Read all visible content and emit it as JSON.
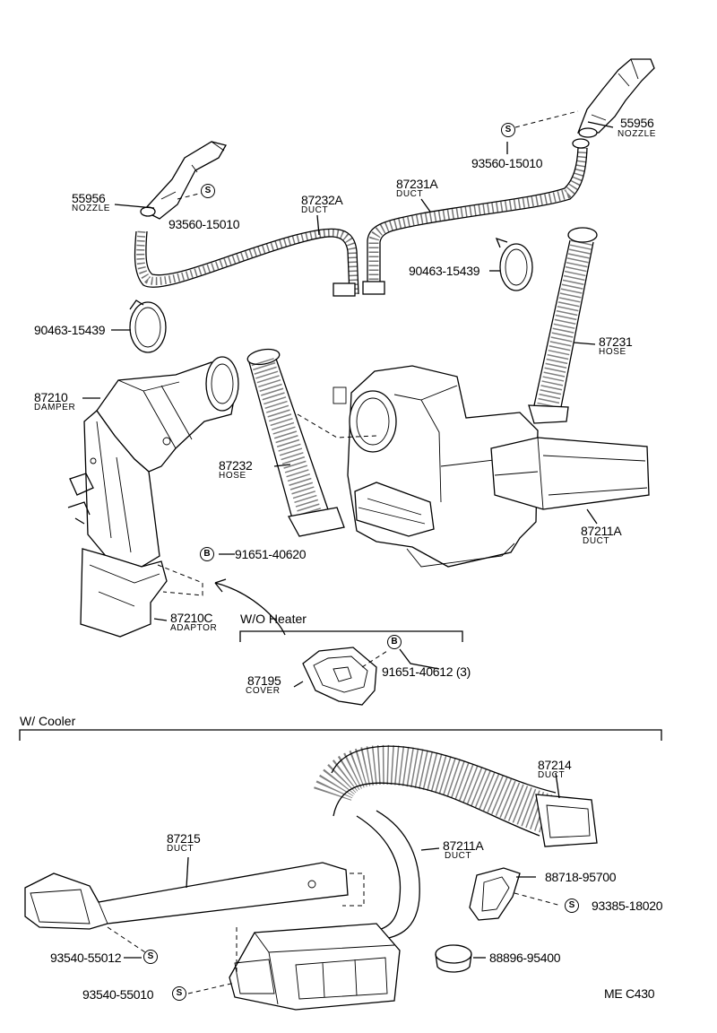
{
  "parts": {
    "nozzle_left": {
      "number": "55956",
      "name": "NOZZLE"
    },
    "screw_left": {
      "symbol": "S",
      "number": "93560-15010"
    },
    "duct_87232a": {
      "number": "87232A",
      "name": "DUCT"
    },
    "duct_87231a": {
      "number": "87231A",
      "name": "DUCT"
    },
    "nozzle_right": {
      "number": "55956",
      "name": "NOZZLE"
    },
    "screw_right": {
      "symbol": "S",
      "number": "93560-15010"
    },
    "clamp_right": {
      "number": "90463-15439"
    },
    "clamp_left": {
      "number": "90463-15439"
    },
    "hose_87231": {
      "number": "87231",
      "name": "HOSE"
    },
    "damper": {
      "number": "87210",
      "name": "DAMPER"
    },
    "hose_87232": {
      "number": "87232",
      "name": "HOSE"
    },
    "duct_87211a_top": {
      "number": "87211A",
      "name": "DUCT"
    },
    "bolt_top": {
      "symbol": "B",
      "number": "91651-40620"
    },
    "adaptor": {
      "number": "87210C",
      "name": "ADAPTOR"
    },
    "cover": {
      "number": "87195",
      "name": "COVER"
    },
    "bolt_cover": {
      "symbol": "B",
      "number": "91651-40612 (3)"
    },
    "duct_87214": {
      "number": "87214",
      "name": "DUCT"
    },
    "duct_87215": {
      "number": "87215",
      "name": "DUCT"
    },
    "duct_87211a_bottom": {
      "number": "87211A",
      "name": "DUCT"
    },
    "part_88718": {
      "number": "88718-95700"
    },
    "screw_93385": {
      "symbol": "S",
      "number": "93385-18020"
    },
    "screw_93540_a": {
      "symbol": "S",
      "number": "93540-55012"
    },
    "part_88896": {
      "number": "88896-95400"
    },
    "screw_93540_b": {
      "symbol": "S",
      "number": "93540-55010"
    }
  },
  "sections": {
    "without_heater": "W/O Heater",
    "with_cooler": "W/ Cooler"
  },
  "footer": {
    "code": "ME  C430"
  }
}
